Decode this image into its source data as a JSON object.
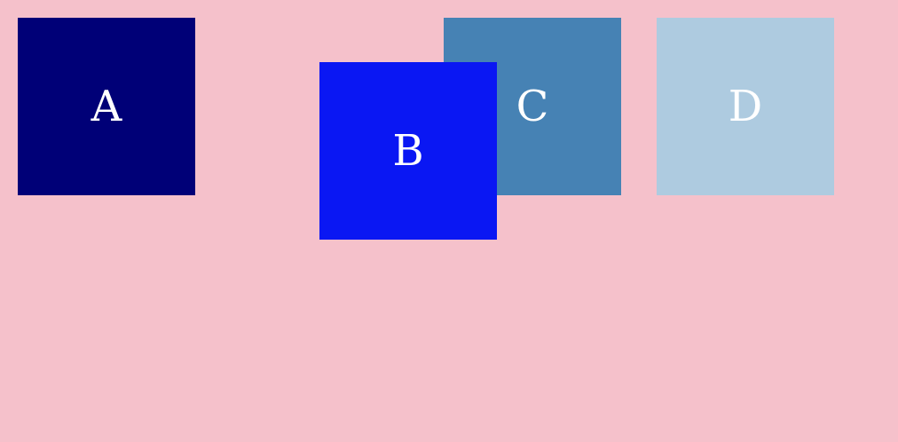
{
  "boxes": [
    {
      "id": "a",
      "label": "A",
      "color": "#000077"
    },
    {
      "id": "b",
      "label": "B",
      "color": "#0a17f3"
    },
    {
      "id": "c",
      "label": "C",
      "color": "#4682b4"
    },
    {
      "id": "d",
      "label": "D",
      "color": "#aecbe0"
    }
  ],
  "background_color": "#f5c1cb"
}
